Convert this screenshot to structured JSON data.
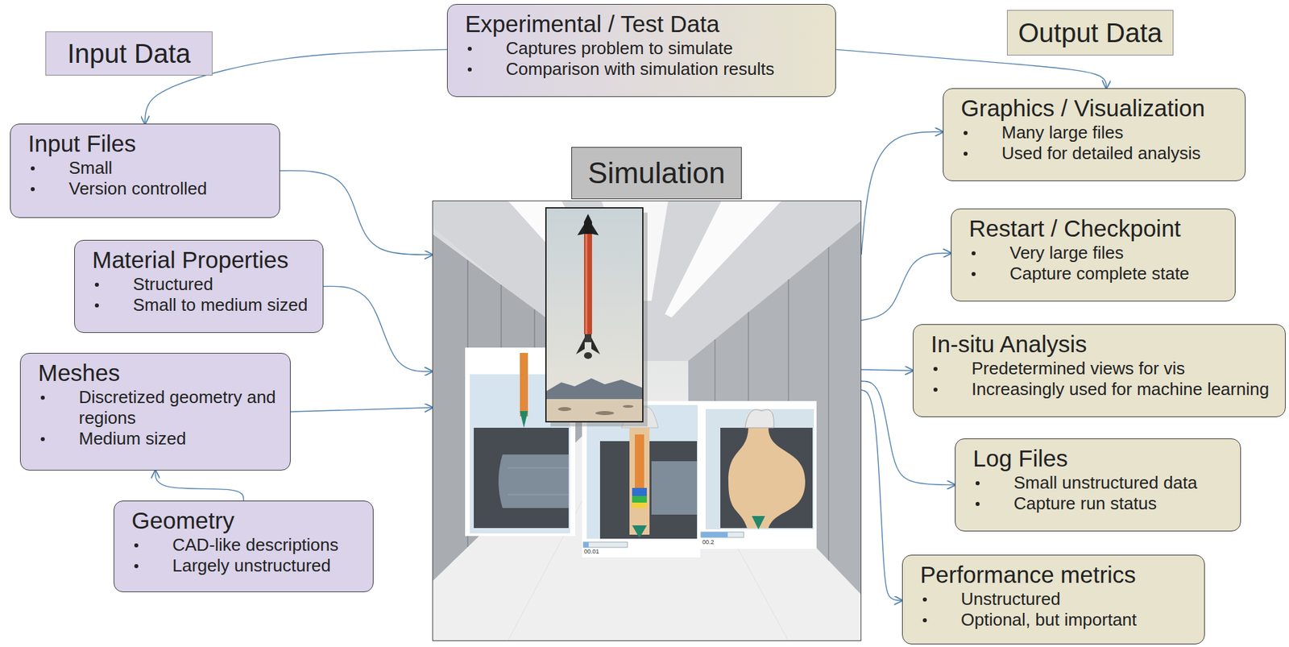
{
  "diagram": {
    "nodes": [
      {
        "text": [
          "Input Data"
        ]
      },
      {
        "text": [
          "Experimental / Test Data",
          "Captures problem to simulate",
          "Comparison with simulation results"
        ]
      },
      {
        "text": [
          "Output Data"
        ]
      },
      {
        "text": [
          "Input Files",
          "Small",
          "Version controlled"
        ]
      },
      {
        "text": [
          "Material Properties",
          "Structured",
          "Small to medium sized"
        ]
      },
      {
        "text": [
          "Meshes",
          "Discretized geometry and regions",
          "Medium sized"
        ]
      },
      {
        "text": [
          "Geometry",
          "CAD-like descriptions",
          "Largely unstructured"
        ]
      },
      {
        "text": [
          "Simulation"
        ]
      },
      {
        "text": [
          "Graphics / Visualization",
          "Many large files",
          "Used for detailed analysis"
        ]
      },
      {
        "text": [
          "Restart / Checkpoint",
          "Very large files",
          "Capture complete state"
        ]
      },
      {
        "text": [
          "In-situ Analysis",
          "Predetermined views for vis",
          "Increasingly used for machine learning"
        ]
      },
      {
        "text": [
          "Log Files",
          "Small unstructured data",
          "Capture run status"
        ]
      },
      {
        "text": [
          "Performance metrics",
          "Unstructured",
          "Optional, but important"
        ]
      }
    ],
    "edges": [
      {
        "from": 1,
        "to": 3,
        "arrow": "to"
      },
      {
        "from": 1,
        "to": 8,
        "arrow": "to"
      },
      {
        "from": 3,
        "to": 7,
        "arrow": "to"
      },
      {
        "from": 4,
        "to": 7,
        "arrow": "to"
      },
      {
        "from": 5,
        "to": 7,
        "arrow": "to"
      },
      {
        "from": 6,
        "to": 5,
        "arrow": "to"
      },
      {
        "from": 7,
        "to": 8,
        "arrow": "to"
      },
      {
        "from": 7,
        "to": 9,
        "arrow": "to"
      },
      {
        "from": 7,
        "to": 10,
        "arrow": "to"
      },
      {
        "from": 7,
        "to": 11,
        "arrow": "to"
      },
      {
        "from": 7,
        "to": 12,
        "arrow": "to"
      }
    ],
    "labels": [
      "00.01",
      "00.2"
    ]
  }
}
